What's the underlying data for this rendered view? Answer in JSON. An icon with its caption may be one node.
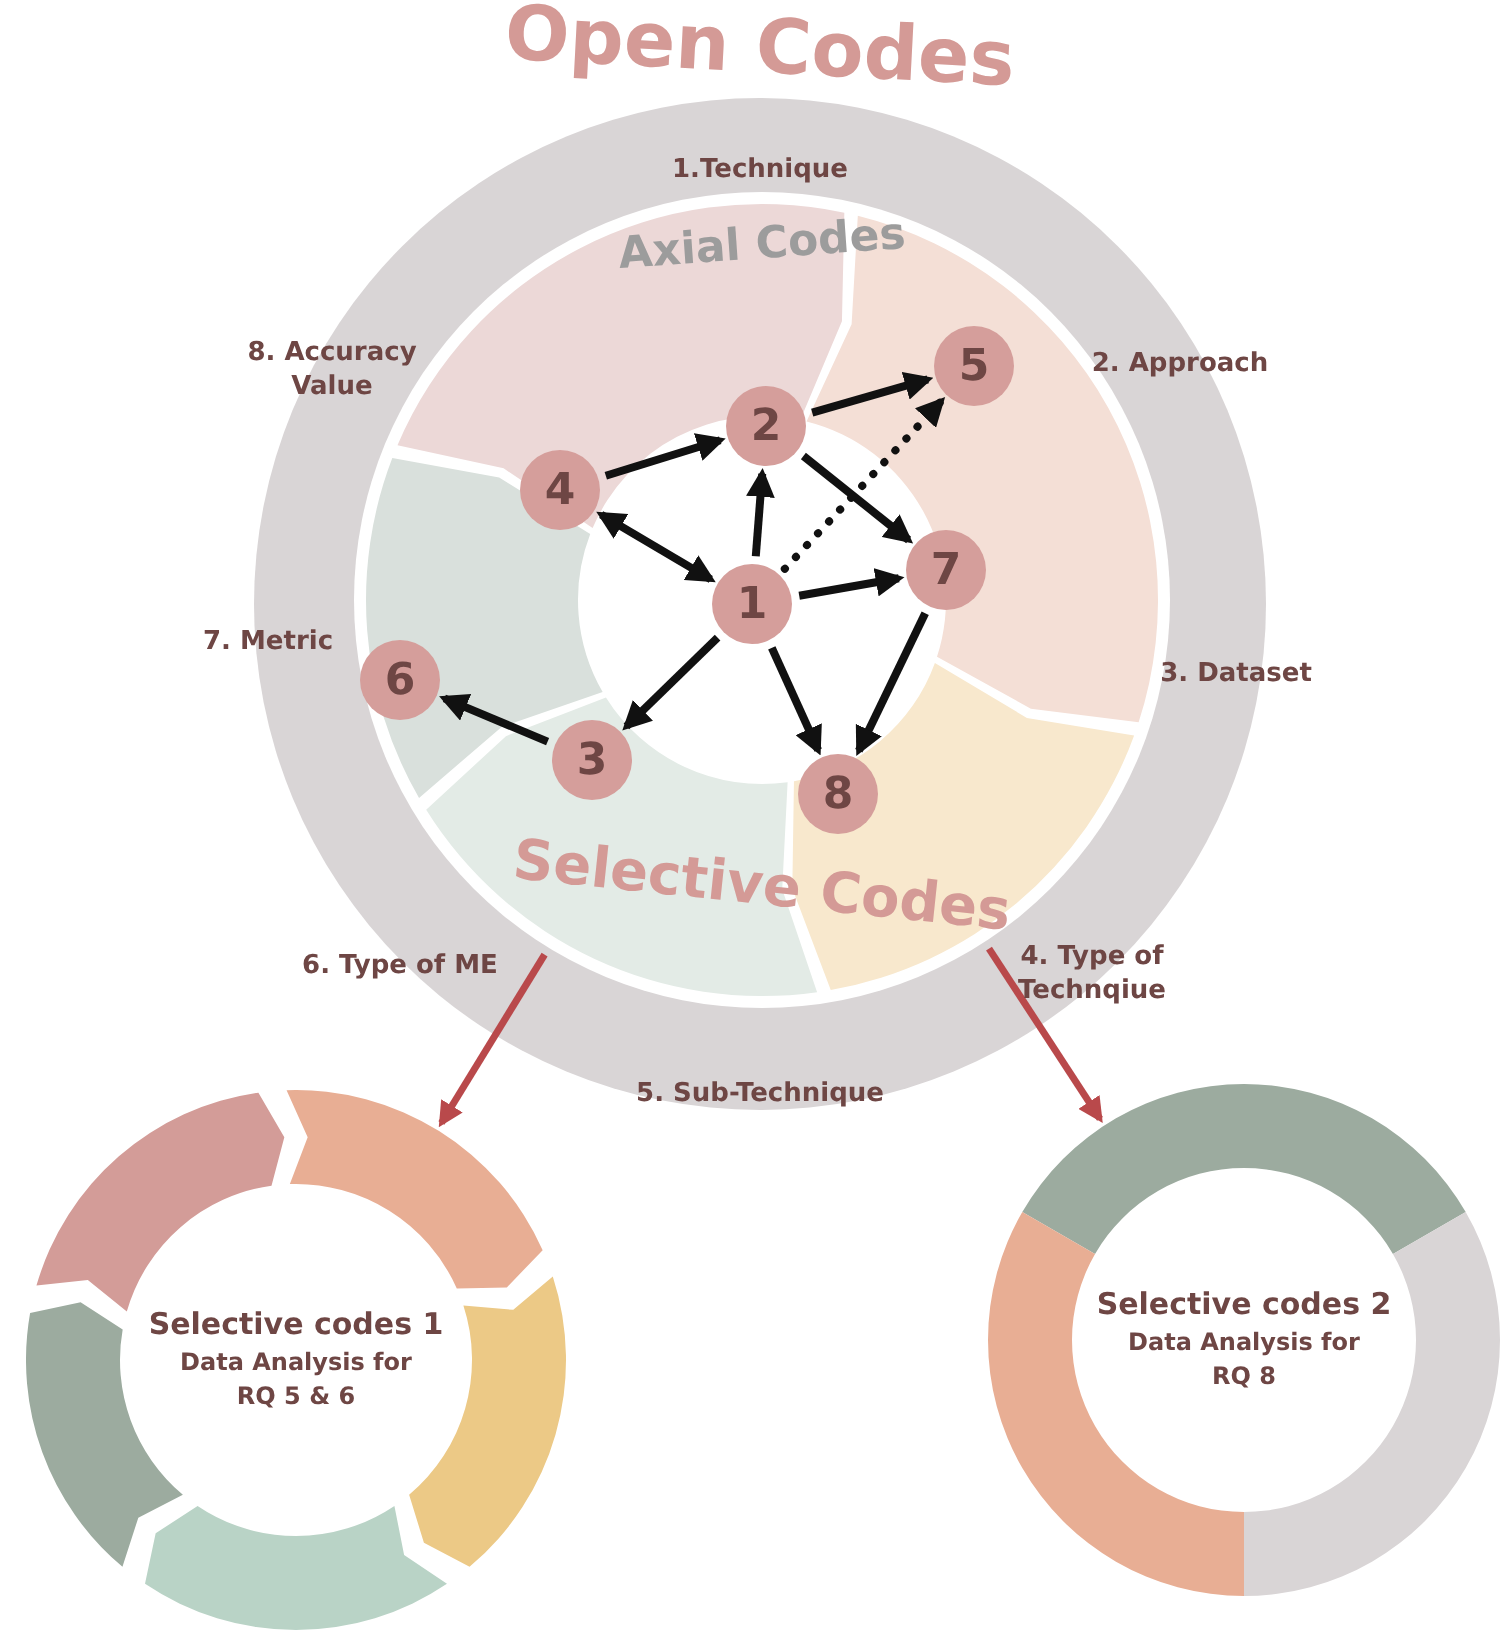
{
  "diagram": {
    "nodes": [
      {
        "text": [
          "Open Codes"
        ]
      },
      {
        "text": [
          "Axial Codes",
          "Selective Codes"
        ],
        "in": 0
      },
      {
        "text": [
          "1"
        ],
        "in": 1
      },
      {
        "text": [
          "2"
        ],
        "in": 1
      },
      {
        "text": [
          "3"
        ],
        "in": 1
      },
      {
        "text": [
          "4"
        ],
        "in": 1
      },
      {
        "text": [
          "5"
        ],
        "in": 1
      },
      {
        "text": [
          "6"
        ],
        "in": 1
      },
      {
        "text": [
          "7"
        ],
        "in": 1
      },
      {
        "text": [
          "8"
        ],
        "in": 1
      },
      {
        "text": [
          "Selective codes 1",
          "Data Analysis for RQ 5 & 6"
        ]
      },
      {
        "text": [
          "Selective codes 2",
          "Data Analysis for RQ 8"
        ]
      }
    ],
    "edges": [
      {
        "from": 5,
        "to": 3,
        "arrow": "to"
      },
      {
        "from": 5,
        "to": 2,
        "arrow": "both"
      },
      {
        "from": 2,
        "to": 3,
        "arrow": "to"
      },
      {
        "from": 3,
        "to": 6,
        "arrow": "to"
      },
      {
        "from": 3,
        "to": 8,
        "arrow": "to"
      },
      {
        "from": 2,
        "to": 6,
        "arrow": "to",
        "style": "dashed"
      },
      {
        "from": 2,
        "to": 8,
        "arrow": "to"
      },
      {
        "from": 2,
        "to": 4,
        "arrow": "to"
      },
      {
        "from": 2,
        "to": 9,
        "arrow": "to"
      },
      {
        "from": 4,
        "to": 7,
        "arrow": "to"
      },
      {
        "from": 8,
        "to": 9,
        "arrow": "to"
      },
      {
        "from": 1,
        "to": 10,
        "arrow": "to",
        "color": "#b9494b"
      },
      {
        "from": 1,
        "to": 11,
        "arrow": "to",
        "color": "#b9494b"
      }
    ],
    "labels": [
      "1.Technique",
      "8. Accuracy Value",
      "2. Approach",
      "7. Metric",
      "3. Dataset",
      "6. Type of ME",
      "4. Type of Technqiue",
      "5. Sub-Technique"
    ]
  }
}
